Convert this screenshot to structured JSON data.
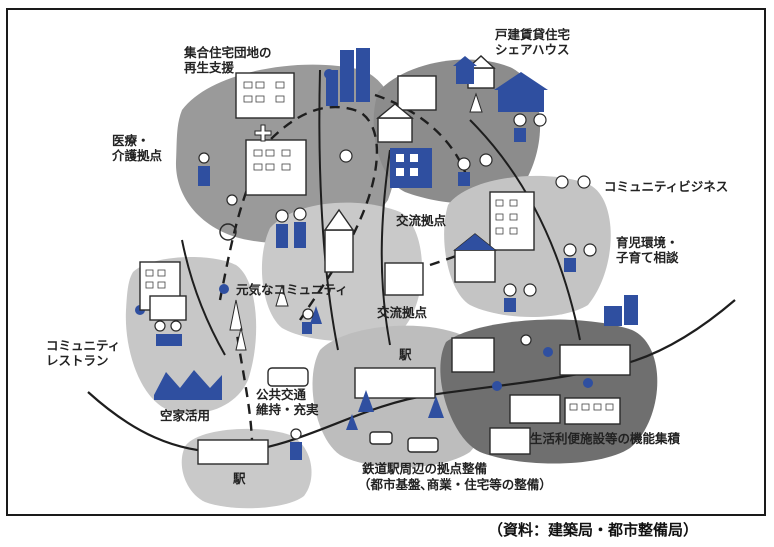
{
  "labels": {
    "apartment_regen_1": "集合住宅団地の",
    "apartment_regen_2": "再生支援",
    "detached_1": "戸建賃貸住宅",
    "detached_2": "シェアハウス",
    "medical_1": "医療・",
    "medical_2": "介護拠点",
    "community_business": "コミュニティビジネス",
    "exchange_hub_1": "交流拠点",
    "childcare_1": "育児環境・",
    "childcare_2": "子育て相談",
    "lively_community": "元気なコミュニティ",
    "exchange_hub_2": "交流拠点",
    "community_restaurant_1": "コミュニティ",
    "community_restaurant_2": "レストラン",
    "station_1": "駅",
    "public_transport_1": "公共交通",
    "public_transport_2": "維持・充実",
    "vacant_house": "空家活用",
    "facility_concentration": "生活利便施設等の機能集積",
    "station_2": "駅",
    "station_hub_1": "鉄道駅周辺の拠点整備",
    "station_hub_2": "（都市基盤､商業・住宅等の整備）"
  },
  "source": "（資料：建築局・都市整備局）",
  "colors": {
    "blue": "#2f4fa0",
    "gray_dark": "#7d7d7d",
    "gray_mid": "#9a9a9a",
    "gray_light": "#c9c9c9",
    "ink": "#222222"
  }
}
